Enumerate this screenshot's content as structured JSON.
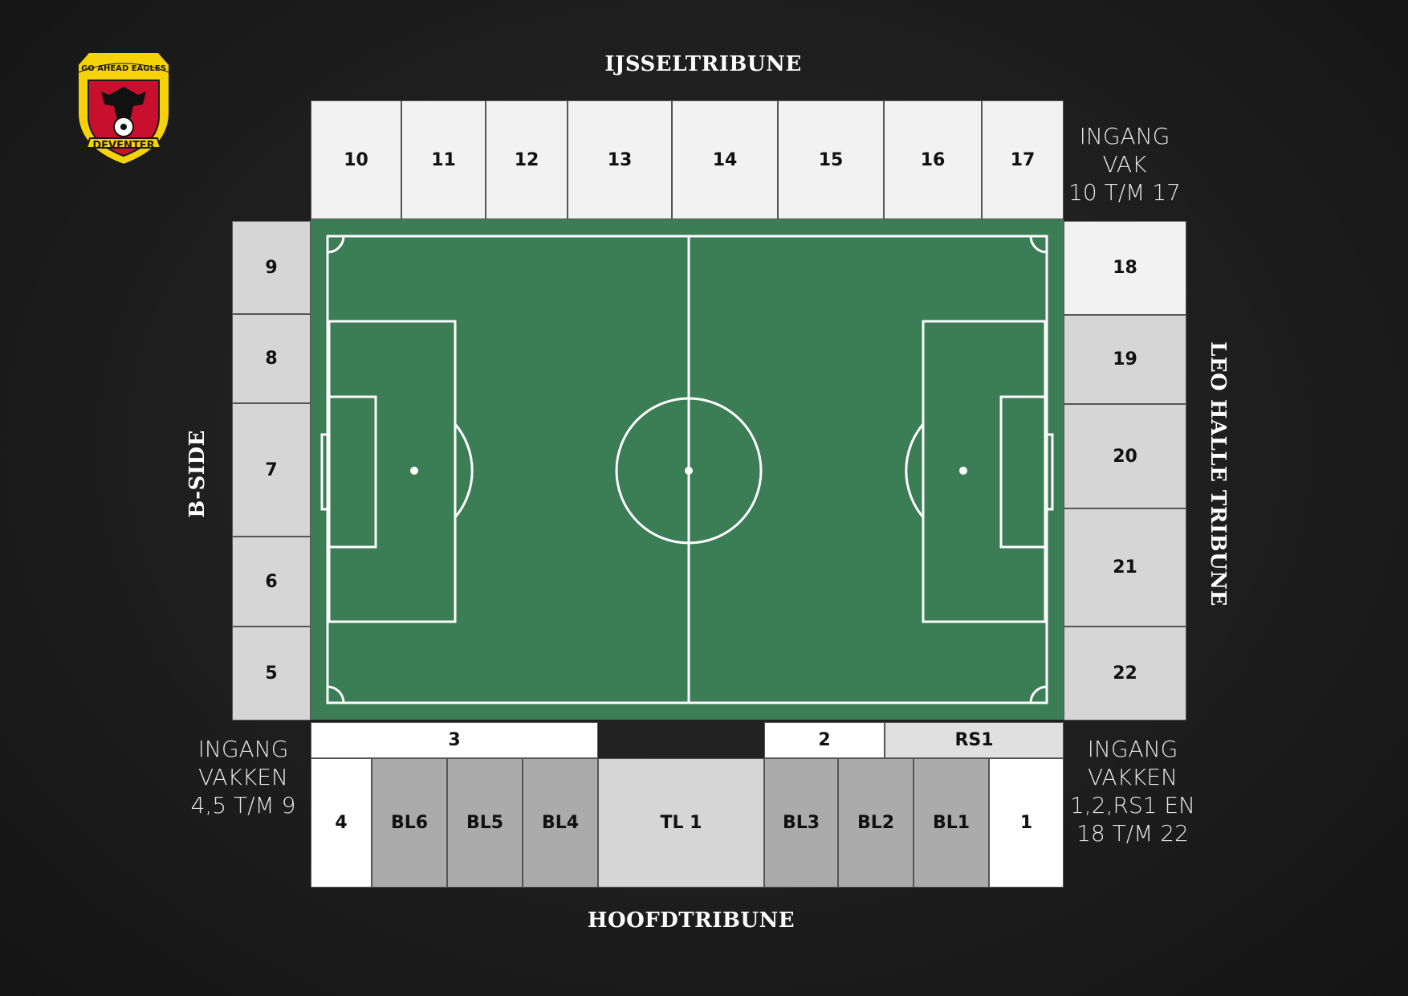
{
  "tribunes": {
    "north": "IJSSELTRIBUNE",
    "south": "HOOFDTRIBUNE",
    "west": "B-SIDE",
    "east": "LEO HALLE TRIBUNE"
  },
  "entrances": {
    "top_right": [
      "INGANG",
      "VAK",
      "10 T/M 17"
    ],
    "bottom_left": [
      "INGANG",
      "VAKKEN",
      "4,5 T/M 9"
    ],
    "bottom_right": [
      "INGANG",
      "VAKKEN",
      "1,2,RS1 EN",
      "18 T/M 22"
    ]
  },
  "logo": {
    "top_text": "GO AHEAD EAGLES",
    "bottom_text": "DEVENTER"
  },
  "sections": {
    "north": [
      "10",
      "11",
      "12",
      "13",
      "14",
      "15",
      "16",
      "17"
    ],
    "west": [
      "9",
      "8",
      "7",
      "6",
      "5"
    ],
    "east": [
      "18",
      "19",
      "20",
      "21",
      "22"
    ],
    "south_upper": [
      "3",
      "2",
      "RS1"
    ],
    "south_lower": [
      "4",
      "BL6",
      "BL5",
      "BL4",
      "TL 1",
      "BL3",
      "BL2",
      "BL1",
      "1"
    ]
  },
  "colors": {
    "pitch": "#3b7d55",
    "section_white": "#ffffff",
    "section_light": "#f2f2f2",
    "section_grey": "#d6d6d6",
    "section_dark": "#ababab"
  }
}
